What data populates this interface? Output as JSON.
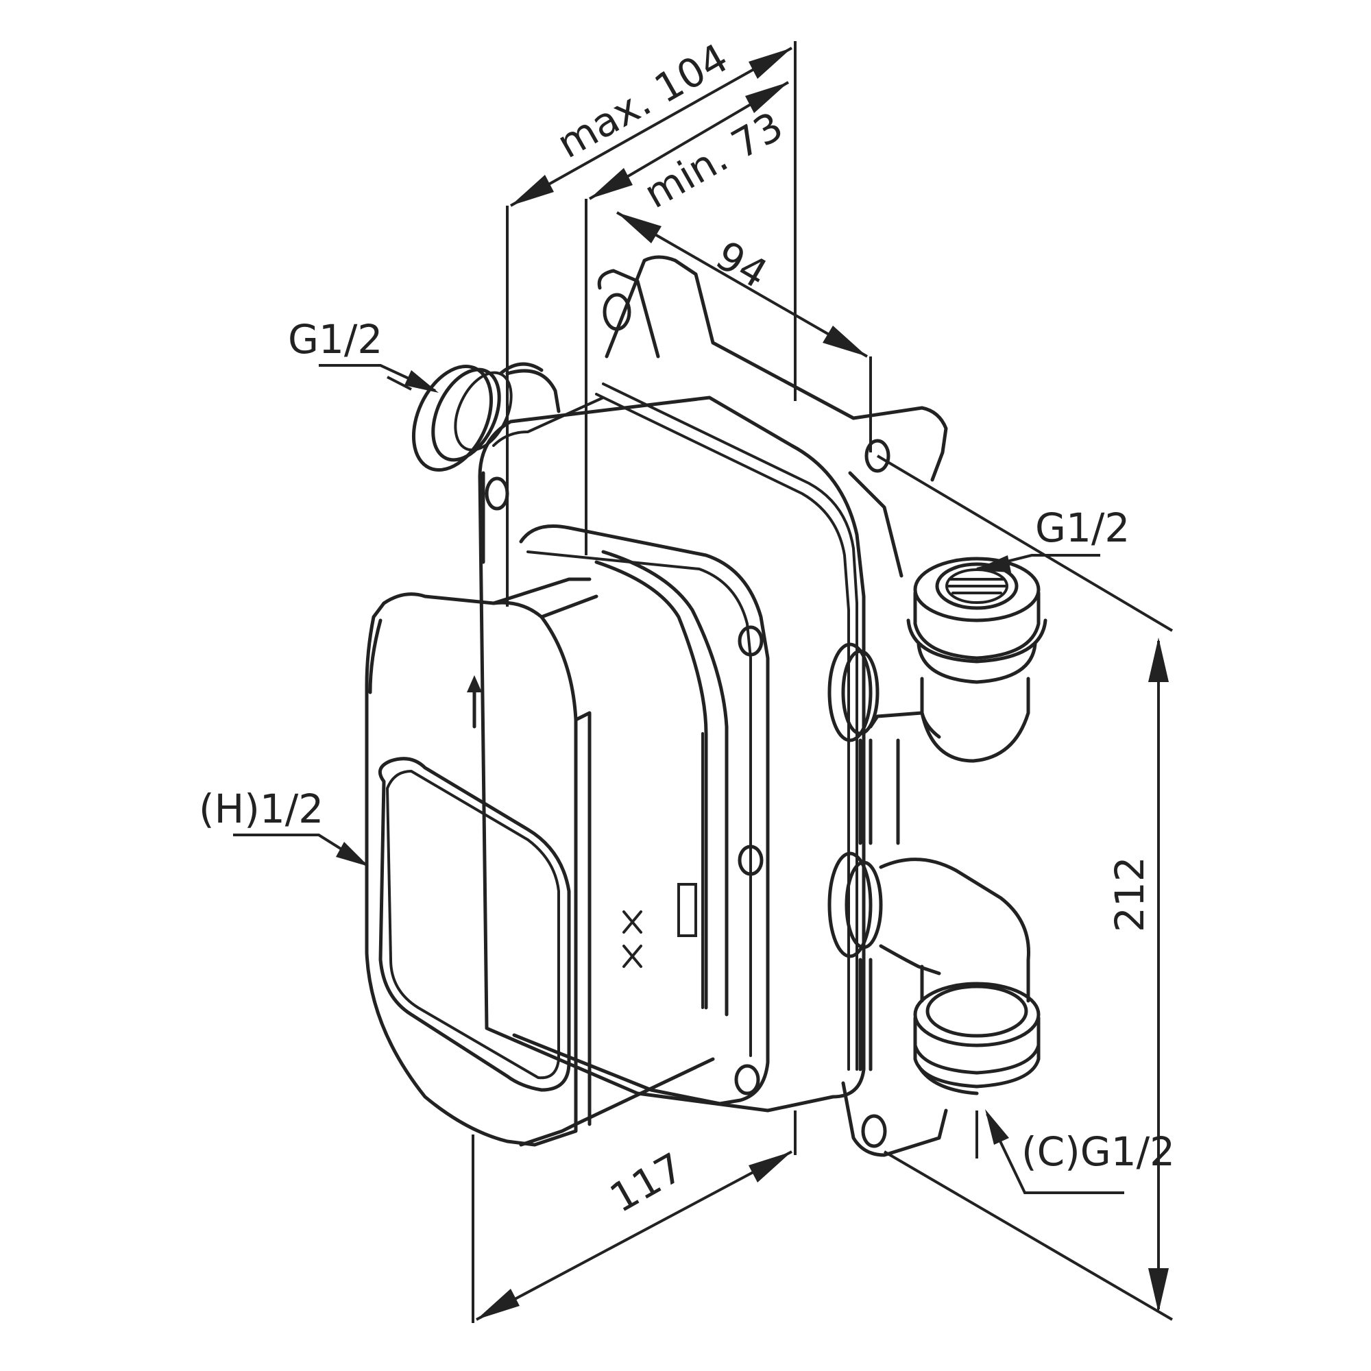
{
  "labels": {
    "left_inlet": "G1/2",
    "right_outlet": "G1/2",
    "front_port": "(H)1/2",
    "cold_inlet": "(C)G1/2"
  },
  "dimensions": {
    "depth_max": "max. 104",
    "depth_min": "min. 73",
    "bracket_width": "94",
    "body_width": "117",
    "height": "212"
  },
  "colors": {
    "line": "#222222",
    "background": "#ffffff"
  },
  "icons": {
    "flow_arrow": "up-arrow-icon"
  }
}
